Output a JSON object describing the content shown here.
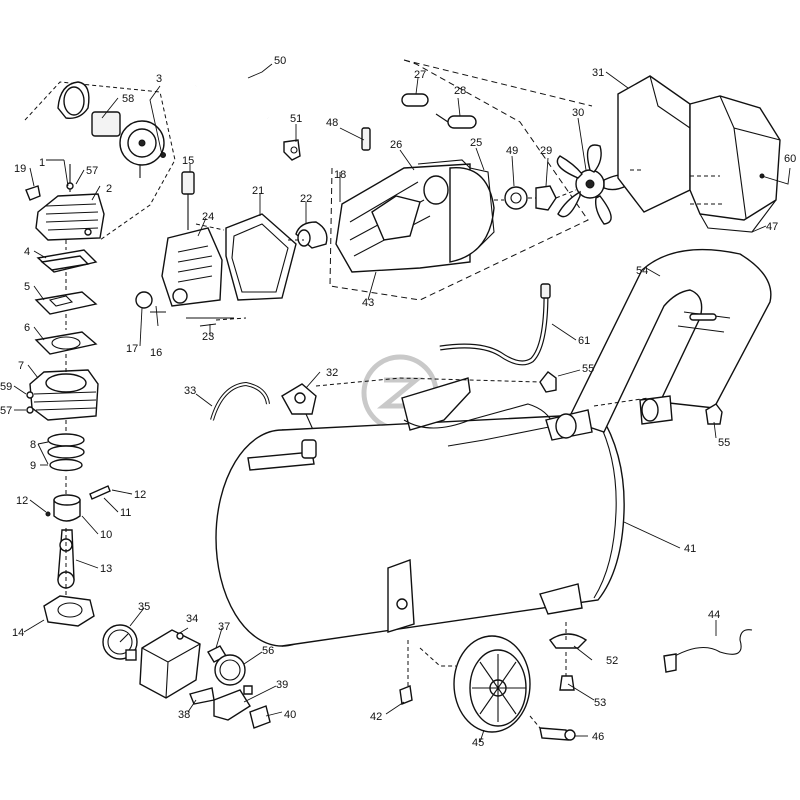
{
  "diagram": {
    "callouts": [
      {
        "id": "p1",
        "text": "1"
      },
      {
        "id": "p2",
        "text": "2"
      },
      {
        "id": "p3",
        "text": "3"
      },
      {
        "id": "p4",
        "text": "4"
      },
      {
        "id": "p5",
        "text": "5"
      },
      {
        "id": "p6",
        "text": "6"
      },
      {
        "id": "p7",
        "text": "7"
      },
      {
        "id": "p8",
        "text": "8"
      },
      {
        "id": "p9",
        "text": "9"
      },
      {
        "id": "p10",
        "text": "10"
      },
      {
        "id": "p11",
        "text": "11"
      },
      {
        "id": "p12a",
        "text": "12"
      },
      {
        "id": "p12b",
        "text": "12"
      },
      {
        "id": "p13",
        "text": "13"
      },
      {
        "id": "p14",
        "text": "14"
      },
      {
        "id": "p15",
        "text": "15"
      },
      {
        "id": "p16",
        "text": "16"
      },
      {
        "id": "p17",
        "text": "17"
      },
      {
        "id": "p18",
        "text": "18"
      },
      {
        "id": "p19",
        "text": "19"
      },
      {
        "id": "p21",
        "text": "21"
      },
      {
        "id": "p22",
        "text": "22"
      },
      {
        "id": "p23",
        "text": "23"
      },
      {
        "id": "p24",
        "text": "24"
      },
      {
        "id": "p25",
        "text": "25"
      },
      {
        "id": "p26",
        "text": "26"
      },
      {
        "id": "p27",
        "text": "27"
      },
      {
        "id": "p28",
        "text": "28"
      },
      {
        "id": "p29",
        "text": "29"
      },
      {
        "id": "p30",
        "text": "30"
      },
      {
        "id": "p31",
        "text": "31"
      },
      {
        "id": "p32",
        "text": "32"
      },
      {
        "id": "p33",
        "text": "33"
      },
      {
        "id": "p34",
        "text": "34"
      },
      {
        "id": "p35",
        "text": "35"
      },
      {
        "id": "p37",
        "text": "37"
      },
      {
        "id": "p38",
        "text": "38"
      },
      {
        "id": "p39",
        "text": "39"
      },
      {
        "id": "p40",
        "text": "40"
      },
      {
        "id": "p41",
        "text": "41"
      },
      {
        "id": "p42",
        "text": "42"
      },
      {
        "id": "p43",
        "text": "43"
      },
      {
        "id": "p44",
        "text": "44"
      },
      {
        "id": "p45",
        "text": "45"
      },
      {
        "id": "p46",
        "text": "46"
      },
      {
        "id": "p47",
        "text": "47"
      },
      {
        "id": "p48",
        "text": "48"
      },
      {
        "id": "p49",
        "text": "49"
      },
      {
        "id": "p50",
        "text": "50"
      },
      {
        "id": "p51",
        "text": "51"
      },
      {
        "id": "p52",
        "text": "52"
      },
      {
        "id": "p53",
        "text": "53"
      },
      {
        "id": "p54",
        "text": "54"
      },
      {
        "id": "p55a",
        "text": "55"
      },
      {
        "id": "p55b",
        "text": "55"
      },
      {
        "id": "p56",
        "text": "56"
      },
      {
        "id": "p57a",
        "text": "57"
      },
      {
        "id": "p57b",
        "text": "57"
      },
      {
        "id": "p58",
        "text": "58"
      },
      {
        "id": "p59",
        "text": "59"
      },
      {
        "id": "p60",
        "text": "60"
      },
      {
        "id": "p61",
        "text": "61"
      }
    ]
  }
}
